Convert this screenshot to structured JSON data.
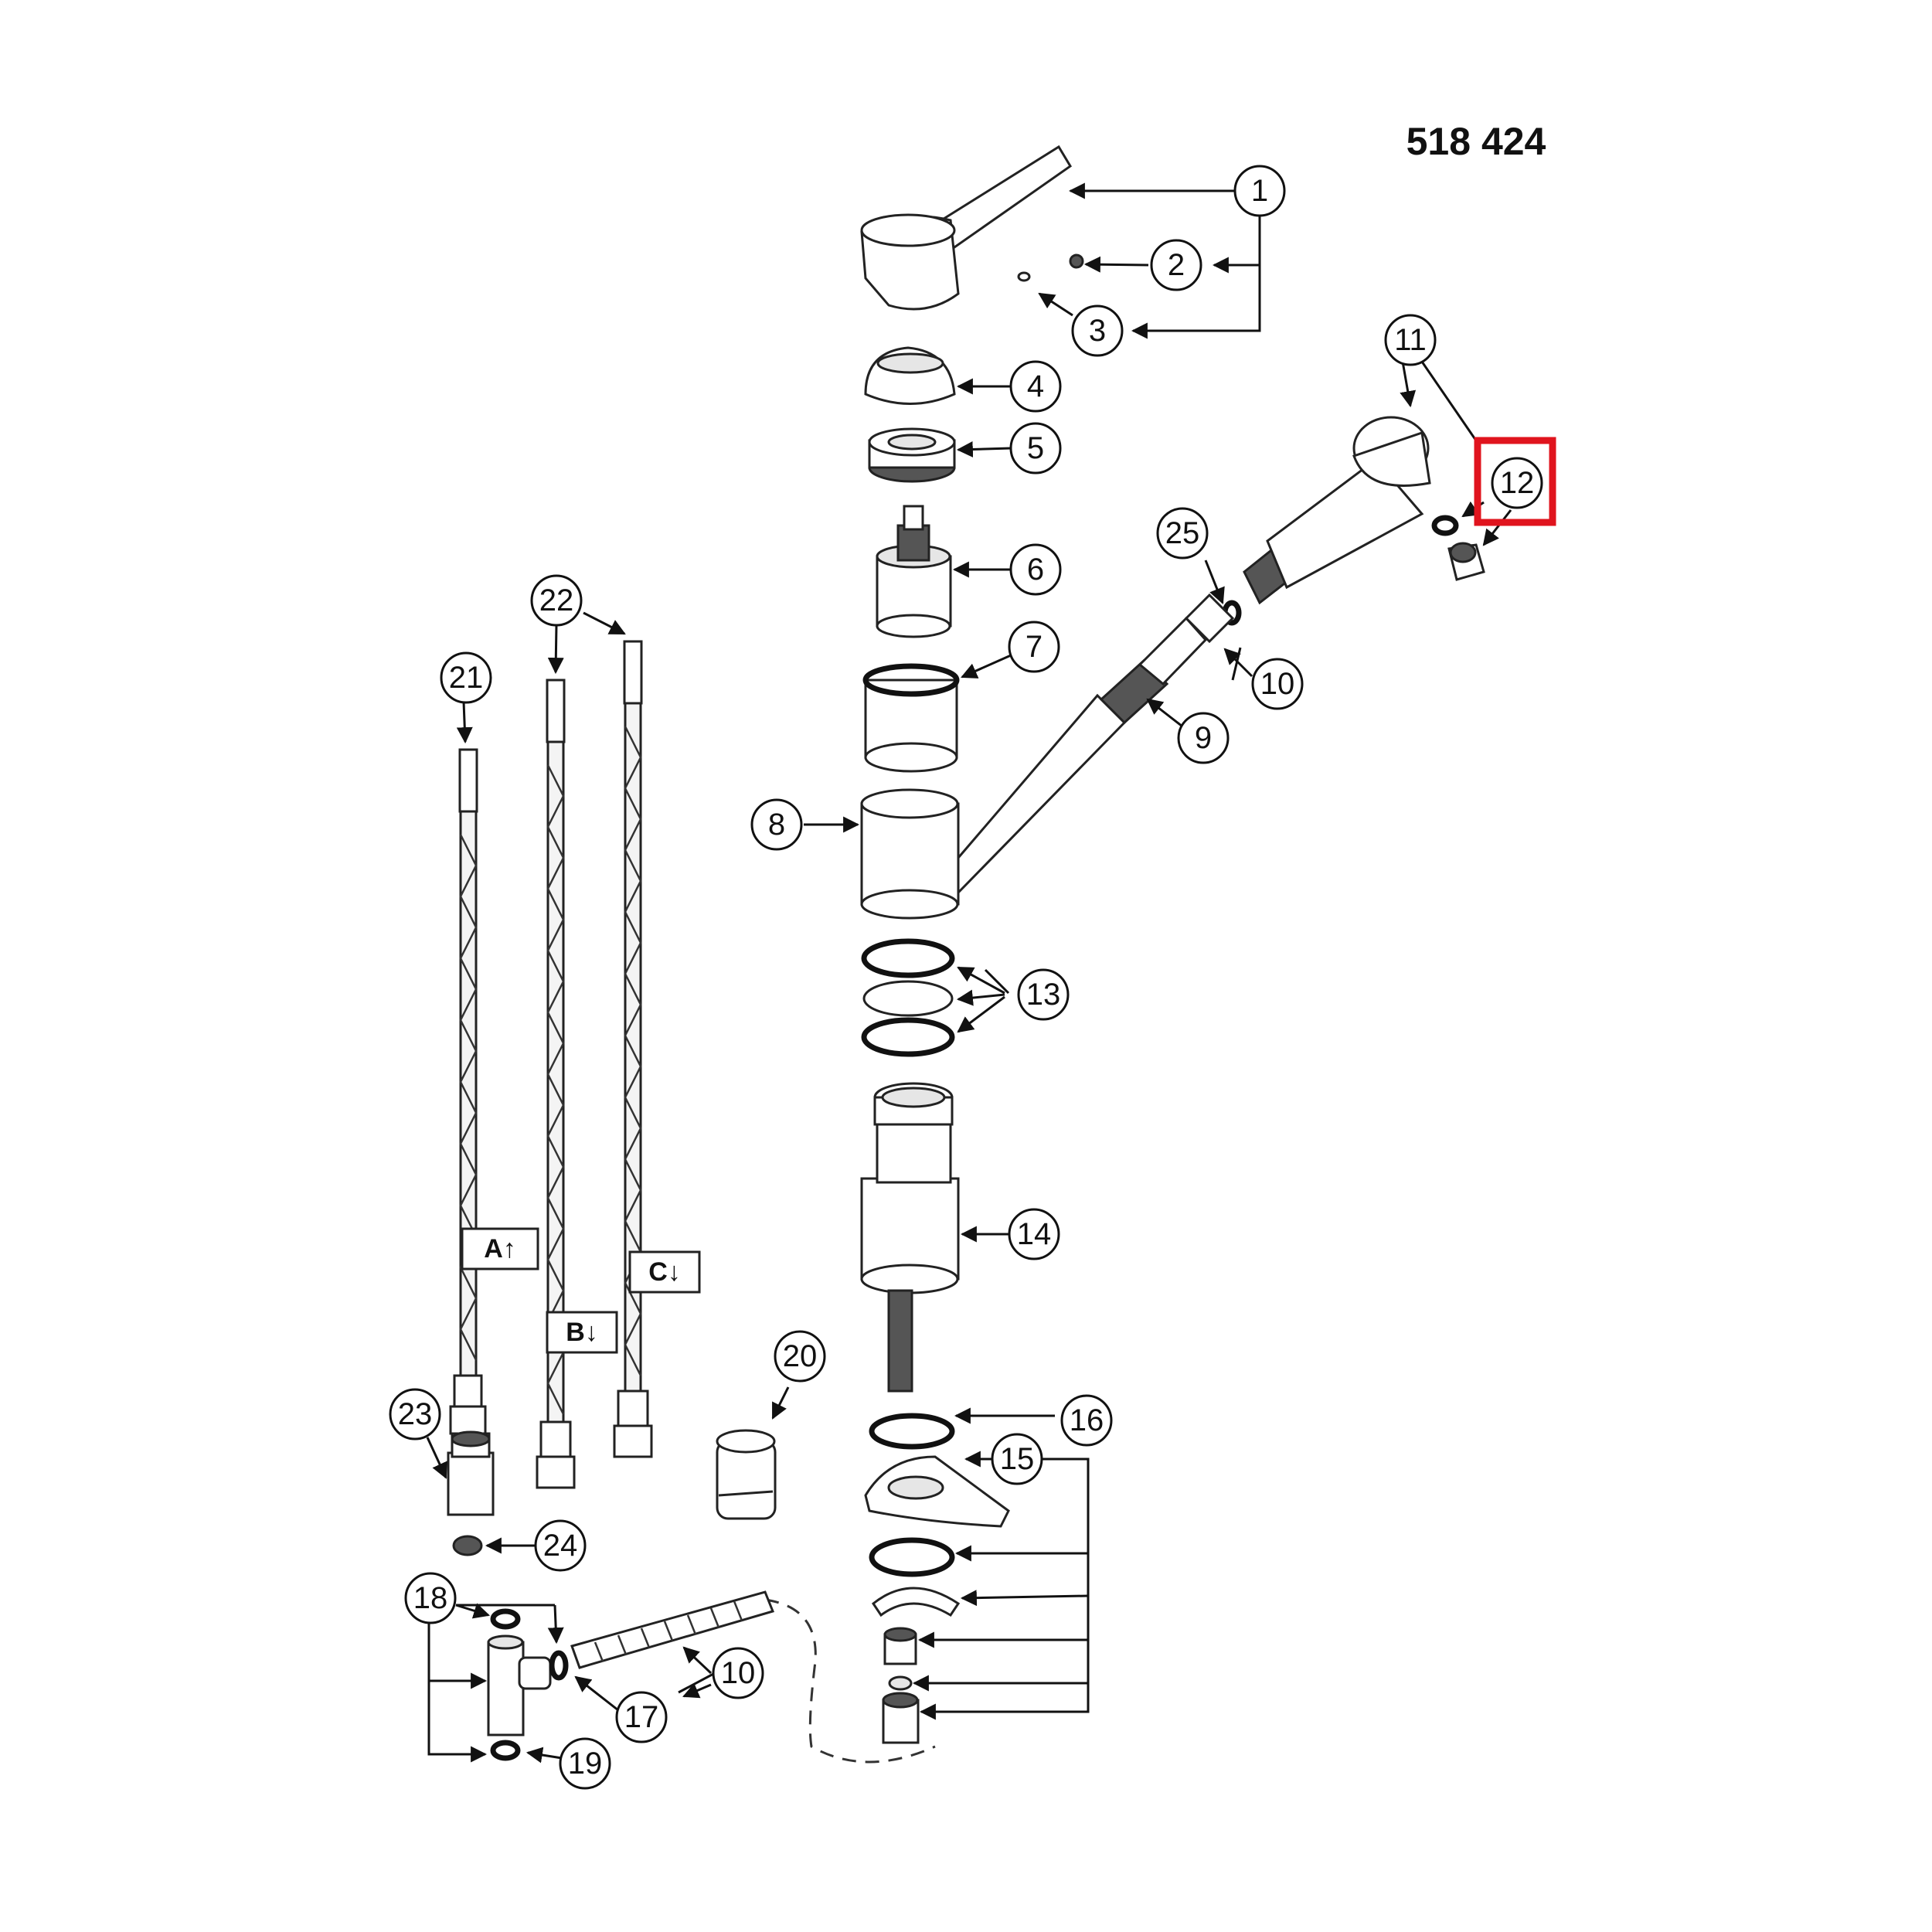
{
  "diagram": {
    "model_code": "518 424",
    "highlight_color": "#e0141e",
    "highlighted_callout": "12",
    "callouts": [
      "1",
      "2",
      "3",
      "4",
      "5",
      "6",
      "7",
      "8",
      "9",
      "10",
      "11",
      "12",
      "13",
      "14",
      "15",
      "16",
      "17",
      "18",
      "19",
      "20",
      "21",
      "22",
      "23",
      "24",
      "25",
      "10"
    ],
    "hose_labels": [
      "A↑",
      "B↓",
      "C↓"
    ]
  }
}
